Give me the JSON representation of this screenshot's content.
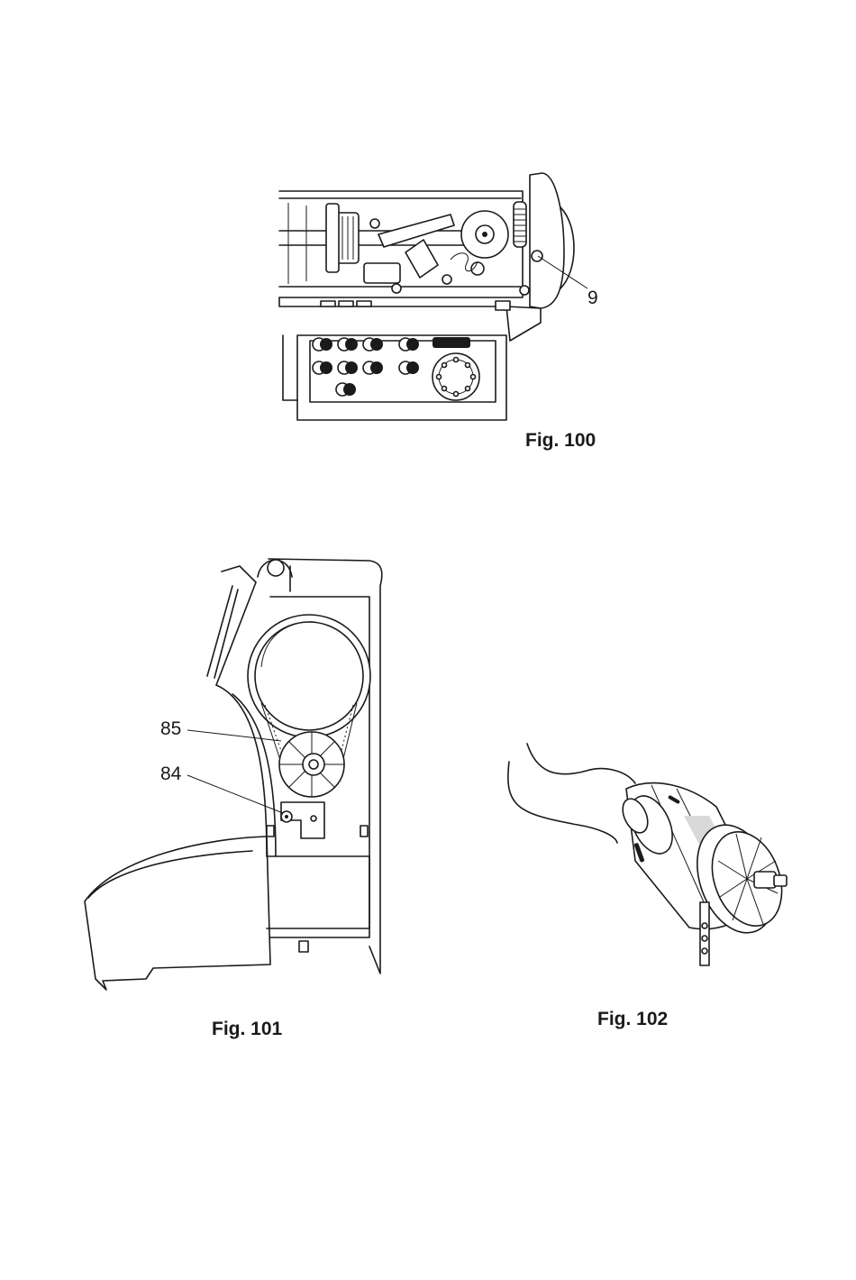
{
  "figures": [
    {
      "caption": "Fig. 100",
      "callouts": [
        "9"
      ]
    },
    {
      "caption": "Fig. 101",
      "callouts": [
        "85",
        "84"
      ]
    },
    {
      "caption": "Fig. 102",
      "callouts": []
    }
  ]
}
